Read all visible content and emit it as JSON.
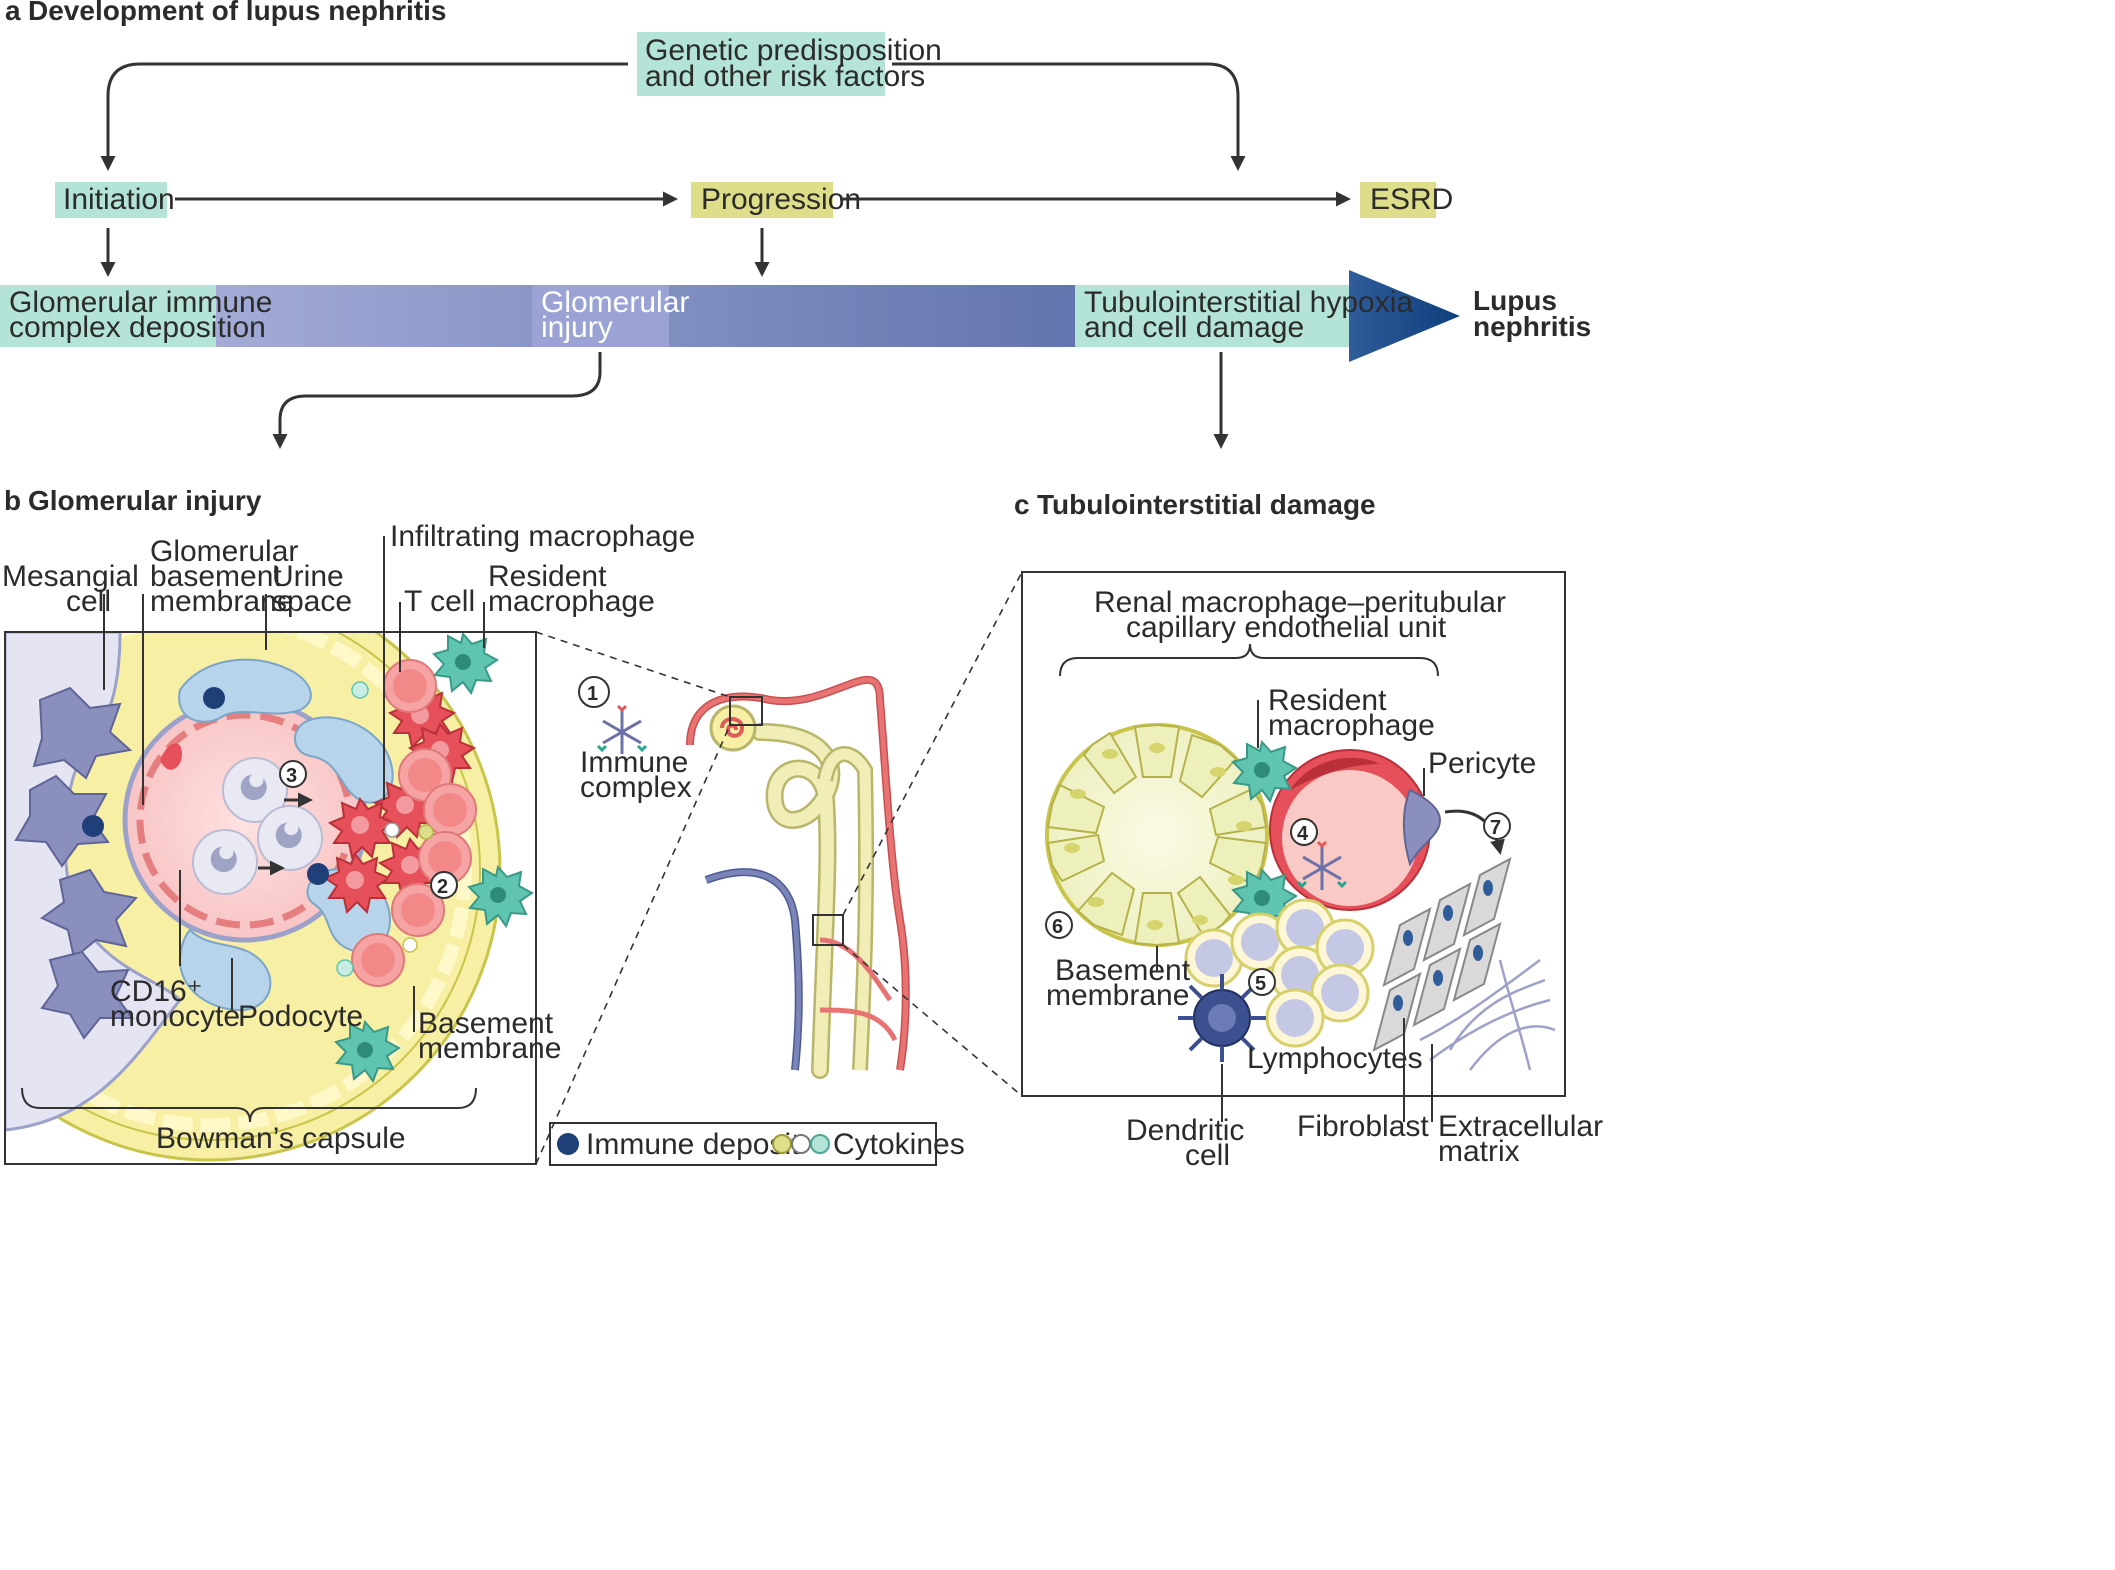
{
  "panel_a": {
    "letter": "a",
    "title": "Development of lupus nephritis",
    "genetic_line1": "Genetic predisposition",
    "genetic_line2": "and other risk factors",
    "initiation": "Initiation",
    "progression": "Progression",
    "esrd": "ESRD",
    "bar_left_line1": "Glomerular immune",
    "bar_left_line2": "complex deposition",
    "bar_mid_line1": "Glomerular",
    "bar_mid_line2": "injury",
    "bar_right_line1": "Tubulointerstitial hypoxia",
    "bar_right_line2": "and cell damage",
    "outcome_line1": "Lupus",
    "outcome_line2": "nephritis"
  },
  "panel_b": {
    "letter": "b",
    "title": "Glomerular injury",
    "mesangial_line1": "Mesangial",
    "mesangial_line2": "cell",
    "gbm_line1": "Glomerular",
    "gbm_line2": "basement",
    "gbm_line3": "membrane",
    "urine_line1": "Urine",
    "urine_line2": "space",
    "infiltrating": "Infiltrating macrophage",
    "tcell": "T cell",
    "resident_line1": "Resident",
    "resident_line2": "macrophage",
    "cd16_line1": "CD16⁺",
    "cd16_line2": "monocyte",
    "podocyte": "Podocyte",
    "basement_line1": "Basement",
    "basement_line2": "membrane",
    "bowman": "Bowman’s capsule",
    "marker2": "2",
    "marker3": "3"
  },
  "middle": {
    "marker1": "1",
    "immune_line1": "Immune",
    "immune_line2": "complex"
  },
  "panel_c": {
    "letter": "c",
    "title": "Tubulointerstitial damage",
    "unit_line1": "Renal macrophage–peritubular",
    "unit_line2": "capillary endothelial unit",
    "resident_line1": "Resident",
    "resident_line2": "macrophage",
    "pericyte": "Pericyte",
    "basement_line1": "Basement",
    "basement_line2": "membrane",
    "lymphocytes": "Lymphocytes",
    "dendritic_line1": "Dendritic",
    "dendritic_line2": "cell",
    "fibroblast": "Fibroblast",
    "ecm_line1": "Extracellular",
    "ecm_line2": "matrix",
    "marker4": "4",
    "marker5": "5",
    "marker6": "6",
    "marker7": "7"
  },
  "legend": {
    "immune_deposit": "Immune deposit",
    "cytokines": "Cytokines"
  },
  "colors": {
    "teal_box": "#b4e3d8",
    "olive_box": "#dedd8a",
    "bar_start": "#a3abd6",
    "bar_end": "#4d63a0",
    "arrow_head": "#0f3e7d",
    "capsule_yellow": "#f6efa4",
    "macrophage_red": "#e5505a",
    "resident_teal": "#5fc4b0",
    "mesangial_purple": "#8a8fbd",
    "podocyte_blue": "#b7d4ea",
    "vessel_red": "#e87373",
    "deposit_navy": "#1f3f78"
  }
}
